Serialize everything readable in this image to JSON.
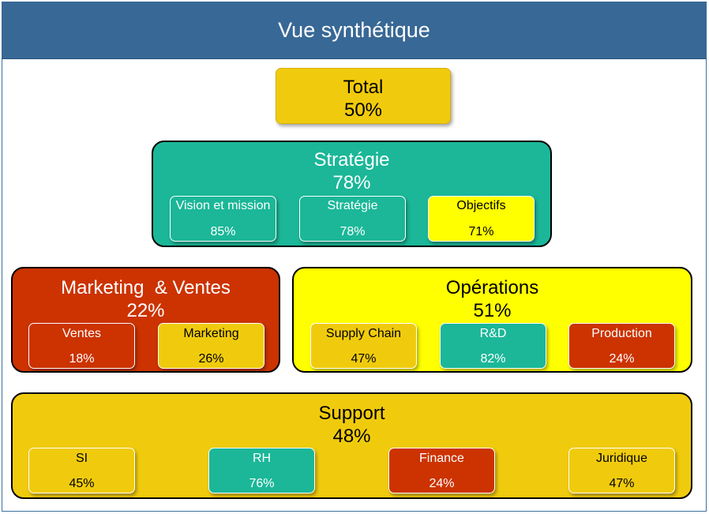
{
  "header": {
    "title": "Vue synthétique"
  },
  "colors": {
    "header": "#386895",
    "green": "#1bb798",
    "yellow": "#ffff00",
    "amber": "#f0cb0d",
    "red": "#cc3300"
  },
  "total": {
    "label": "Total",
    "value": "50%"
  },
  "groups": {
    "strategie": {
      "label": "Stratégie",
      "value": "78%",
      "items": [
        {
          "label": "Vision et mission",
          "value": "85%"
        },
        {
          "label": "Stratégie",
          "value": "78%"
        },
        {
          "label": "Objectifs",
          "value": "71%"
        }
      ]
    },
    "marketing": {
      "label": "Marketing  & Ventes",
      "value": "22%",
      "items": [
        {
          "label": "Ventes",
          "value": "18%"
        },
        {
          "label": "Marketing",
          "value": "26%"
        }
      ]
    },
    "operations": {
      "label": "Opérations",
      "value": "51%",
      "items": [
        {
          "label": "Supply Chain",
          "value": "47%"
        },
        {
          "label": "R&D",
          "value": "82%"
        },
        {
          "label": "Production",
          "value": "24%"
        }
      ]
    },
    "support": {
      "label": "Support",
      "value": "48%",
      "items": [
        {
          "label": "SI",
          "value": "45%"
        },
        {
          "label": "RH",
          "value": "76%"
        },
        {
          "label": "Finance",
          "value": "24%"
        },
        {
          "label": "Juridique",
          "value": "47%"
        }
      ]
    }
  }
}
